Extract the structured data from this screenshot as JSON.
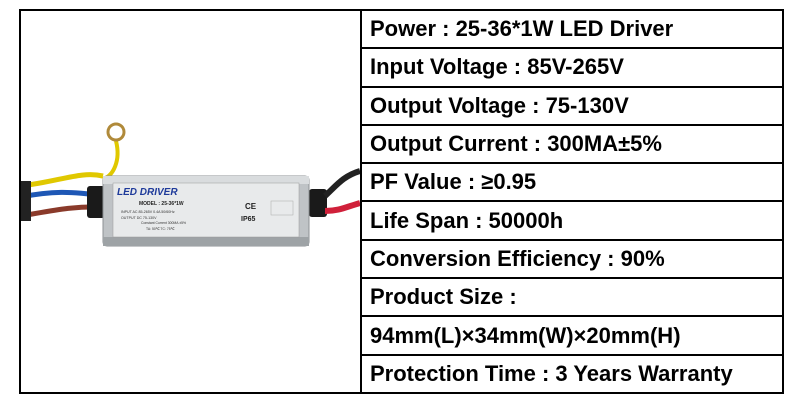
{
  "product": {
    "label_title": "LED DRIVER",
    "label_model": "MODEL : 25-36*1W",
    "label_input": "INPUT   AC 85-265V   0.4A   50/60Hz",
    "label_output": "OUTPUT   DC 75-130V",
    "label_current": "Constant Current   300MA   ±5%",
    "label_temp": "TA: 50℃   TC: 75℃",
    "label_ce": "CE",
    "label_ip": "IP65"
  },
  "specs": [
    "Power : 25-36*1W LED Driver",
    "Input Voltage : 85V-265V",
    "Output Voltage : 75-130V",
    "Output Current : 300MA±5%",
    "PF Value : ≥0.95",
    "Life Span : 50000h",
    "Conversion Efficiency : 90%",
    "Product Size :",
    "94mm(L)×34mm(W)×20mm(H)",
    "Protection Time : 3 Years Warranty"
  ]
}
